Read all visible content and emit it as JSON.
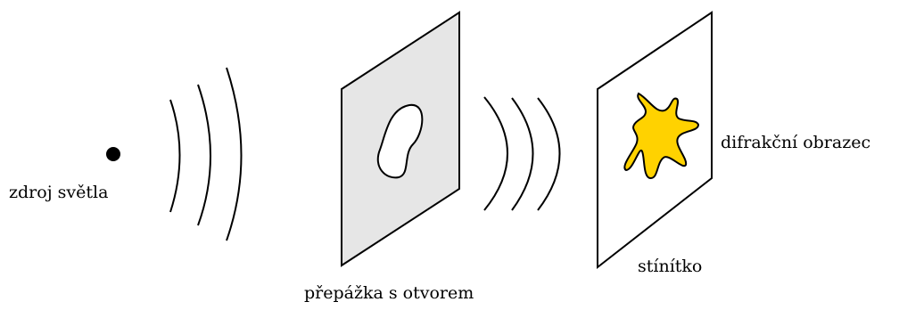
{
  "labels": {
    "source": "zdroj světla",
    "barrier": "přepážka s otvorem",
    "screen": "stínítko",
    "pattern": "difrakční obrazec"
  },
  "colors": {
    "stroke": "#000000",
    "barrier_fill": "#e6e6e6",
    "aperture_fill": "#ffffff",
    "pattern_fill": "#ffd200",
    "screen_fill": "#ffffff"
  }
}
